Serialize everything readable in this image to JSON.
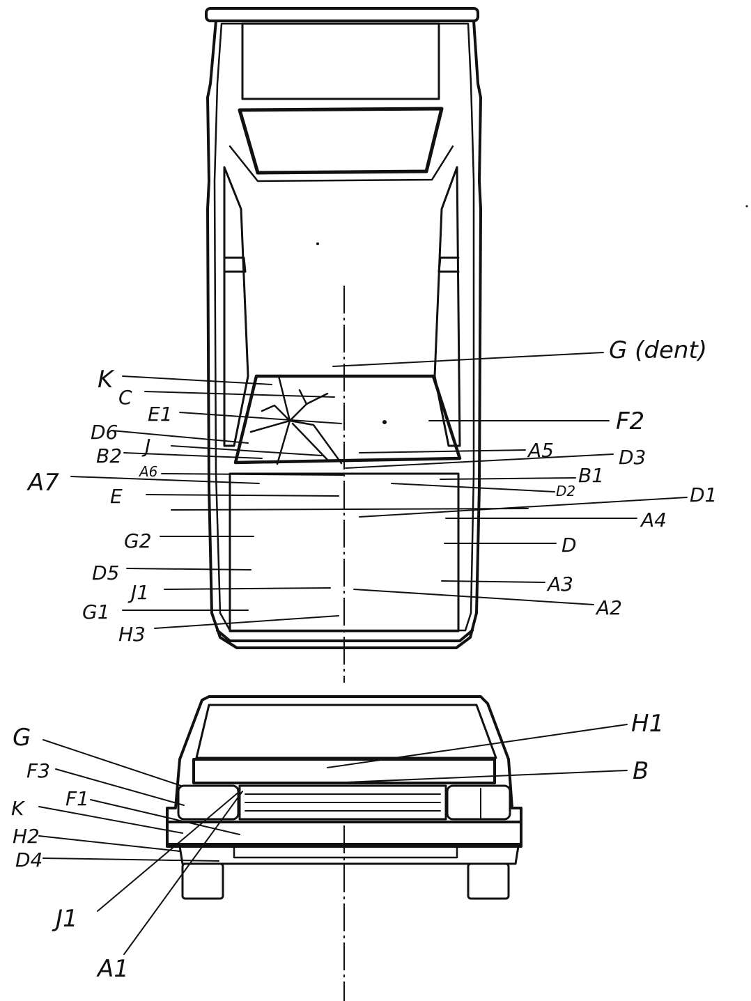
{
  "diagram": {
    "top_view_labels": {
      "g_dent": "G (dent)",
      "k": "K",
      "c": "C",
      "e1": "E1",
      "d6": "D6",
      "j": "J",
      "b2": "B2",
      "a6": "A6",
      "a7": "A7",
      "e": "E",
      "g2": "G2",
      "d5": "D5",
      "j1": "J1",
      "g1": "G1",
      "h3": "H3",
      "f2": "F2",
      "a5": "A5",
      "d3": "D3",
      "b1": "B1",
      "d2": "D2",
      "d1": "D1",
      "a4": "A4",
      "d": "D",
      "a3": "A3",
      "a2": "A2"
    },
    "front_view_labels": {
      "g": "G",
      "f3": "F3",
      "f1": "F1",
      "k": "K",
      "h2": "H2",
      "d4": "D4",
      "j1": "J1",
      "a1": "A1",
      "h1": "H1",
      "b": "B"
    }
  }
}
